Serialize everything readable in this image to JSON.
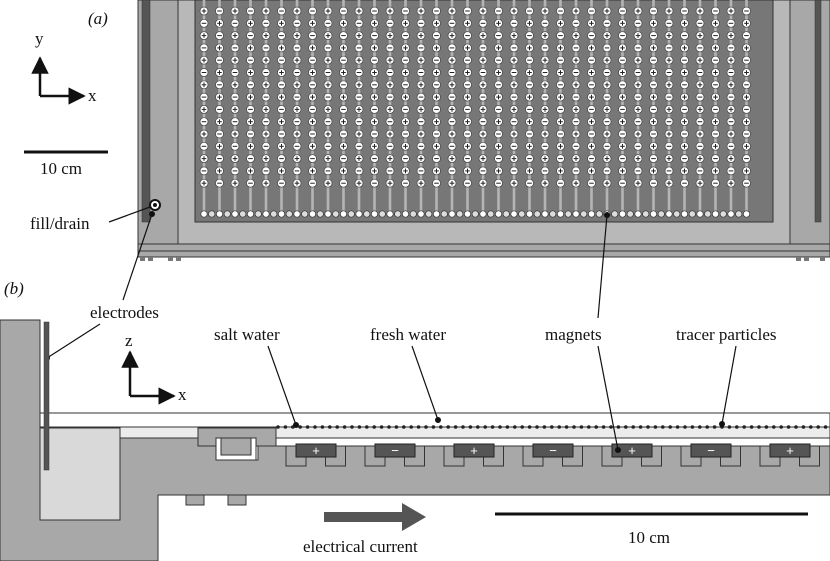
{
  "panel_a": {
    "label": "(a)",
    "axis_y": "y",
    "axis_x": "x",
    "scale_bar": "10 cm",
    "fill_drain": "fill/drain",
    "magnet_grid": {
      "columns": 36,
      "rows": 15,
      "plus_symbol": "+",
      "minus_symbol": "−"
    }
  },
  "panel_b": {
    "label": "(b)",
    "electrodes": "electrodes",
    "axis_z": "z",
    "axis_x": "x",
    "salt_water": "salt water",
    "fresh_water": "fresh water",
    "magnets": "magnets",
    "tracer_particles": "tracer particles",
    "magnet_signs": [
      "+",
      "−",
      "+",
      "−",
      "+",
      "−",
      "+"
    ],
    "current_label": "electrical current",
    "scale_bar": "10 cm"
  },
  "colors": {
    "frame": "#9a9a9a",
    "dark": "#3c3c3c",
    "light_fill": "#d9d9d9",
    "line": "#111111"
  }
}
